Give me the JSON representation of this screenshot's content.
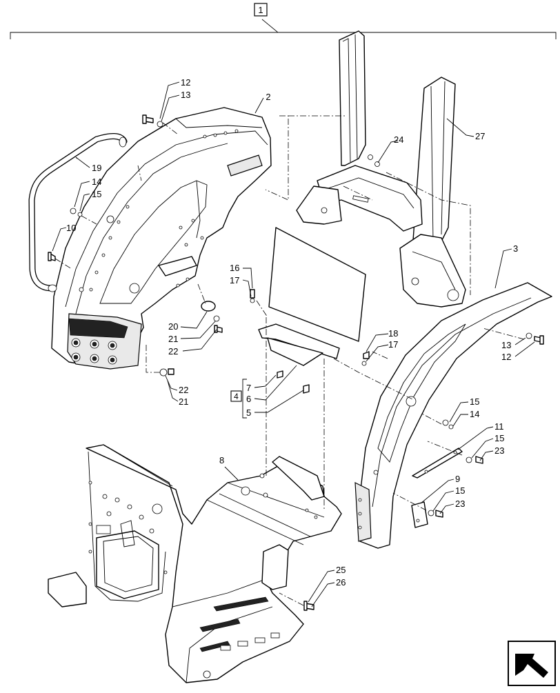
{
  "assembly_label": "1",
  "kit_label": "4",
  "callouts": {
    "c2": "2",
    "c3": "3",
    "c5": "5",
    "c6": "6",
    "c7": "7",
    "c8": "8",
    "c9": "9",
    "c10": "10",
    "c11": "11",
    "c12a": "12",
    "c12b": "12",
    "c13a": "13",
    "c13b": "13",
    "c14a": "14",
    "c14b": "14",
    "c15a": "15",
    "c15b": "15",
    "c15c": "15",
    "c15d": "15",
    "c16": "16",
    "c17a": "17",
    "c17b": "17",
    "c18": "18",
    "c19": "19",
    "c20": "20",
    "c21a": "21",
    "c21b": "21",
    "c22a": "22",
    "c22b": "22",
    "c23a": "23",
    "c23b": "23",
    "c24": "24",
    "c25": "25",
    "c26": "26",
    "c27": "27"
  },
  "icons": {
    "nav": "next-page-arrow-icon"
  }
}
